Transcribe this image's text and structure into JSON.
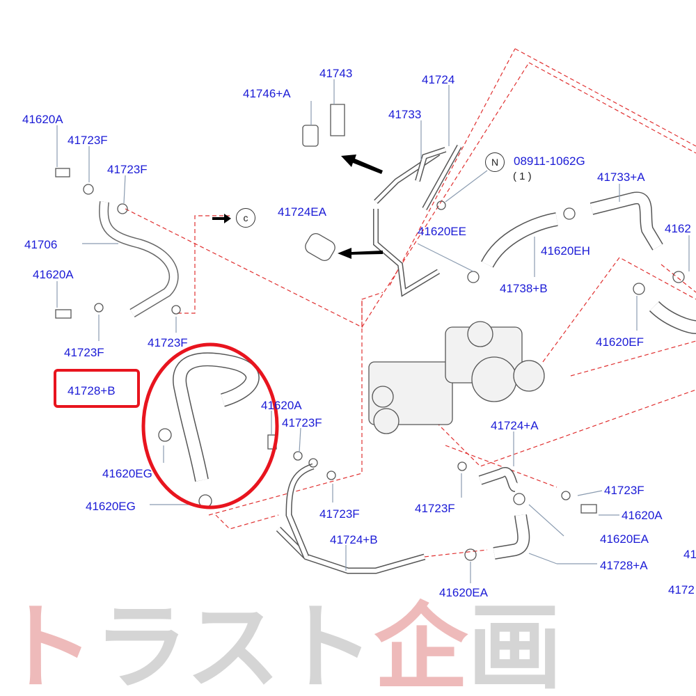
{
  "watermark": {
    "text_a": "ト",
    "text_b": "ラスト",
    "text_c": "企",
    "text_d": "画"
  },
  "callouts": {
    "n_symbol": "N",
    "c_symbol": "c",
    "n_part": "08911-1062G",
    "n_qty": "( 1 )"
  },
  "highlighted_part": "41728+B",
  "labels": [
    "41620A",
    "41723F",
    "41723F",
    "41706",
    "41620A",
    "41723F",
    "41723F",
    "41746+A",
    "41743",
    "41724",
    "41733",
    "41724EA",
    "41733+A",
    "4162",
    "41620EE",
    "41620EH",
    "41738+B",
    "41620EF",
    "41620A",
    "41723F",
    "41724+A",
    "41620EG",
    "41620EG",
    "41723F",
    "41723F",
    "41723F",
    "41620A",
    "41620EA",
    "41724+B",
    "41728+A",
    "41",
    "4172",
    "41620EA"
  ],
  "colors": {
    "label": "#1a1ad6",
    "highlight": "#e8141e",
    "dash": "#e03030"
  }
}
